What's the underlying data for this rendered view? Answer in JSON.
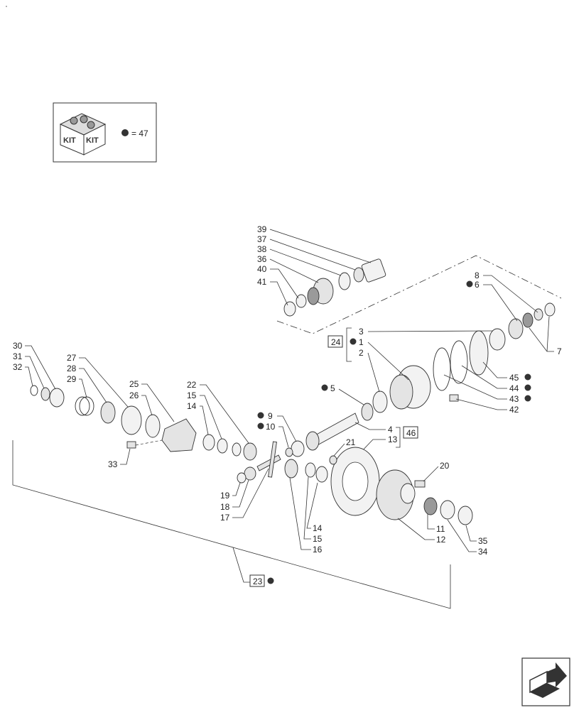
{
  "kit_legend": {
    "label": "= 47",
    "kit_text": "KIT"
  },
  "callouts": {
    "c1": "1",
    "c2": "2",
    "c3": "3",
    "c4": "4",
    "c5": "5",
    "c6": "6",
    "c7": "7",
    "c8": "8",
    "c9": "9",
    "c10": "10",
    "c11": "11",
    "c12": "12",
    "c13": "13",
    "c14a": "14",
    "c14b": "14",
    "c15a": "15",
    "c15b": "15",
    "c16": "16",
    "c17": "17",
    "c18": "18",
    "c19": "19",
    "c20": "20",
    "c21": "21",
    "c22": "22",
    "c23": "23",
    "c24": "24",
    "c25": "25",
    "c26": "26",
    "c27": "27",
    "c28": "28",
    "c29": "29",
    "c30": "30",
    "c31": "31",
    "c32": "32",
    "c33": "33",
    "c34": "34",
    "c35": "35",
    "c36": "36",
    "c37": "37",
    "c38": "38",
    "c39": "39",
    "c40": "40",
    "c41": "41",
    "c42": "42",
    "c43": "43",
    "c44": "44",
    "c45": "45",
    "c46": "46"
  },
  "colors": {
    "line": "#333333",
    "part_fill": "#f2f2f2",
    "bullet": "#333333"
  },
  "icons": {
    "kit": "kit-box-icon",
    "nav": "next-page-arrow-icon",
    "bullet": "kit-bullet-icon"
  }
}
